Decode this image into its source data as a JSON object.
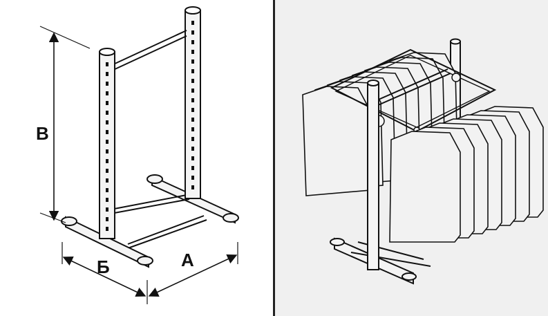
{
  "diagram": {
    "left_panel": {
      "labels": {
        "height": "В",
        "depth": "Б",
        "width": "А"
      }
    },
    "right_panel": {
      "garment_count_front": 7,
      "garment_count_back": 8
    },
    "colors": {
      "line": "#111111",
      "metal_fill": "#f4f4f4",
      "garment_fill": "#f2f2f2",
      "right_background": "#f0f0f0",
      "divider": "#222222"
    }
  }
}
